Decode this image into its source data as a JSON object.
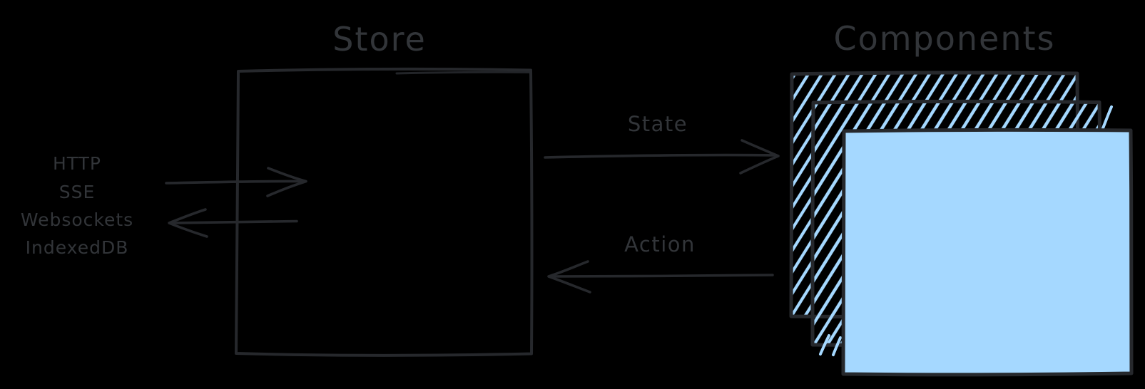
{
  "diagram": {
    "store": {
      "title": "Store"
    },
    "components": {
      "title": "Components"
    },
    "sources": {
      "lines": [
        "HTTP",
        "SSE",
        "Websockets",
        "IndexedDB"
      ]
    },
    "arrows": {
      "state": "State",
      "action": "Action"
    }
  },
  "colors": {
    "background": "#000000",
    "stroke": "#26282c",
    "text": "#323539",
    "accent_blue": "#a5d8ff"
  }
}
